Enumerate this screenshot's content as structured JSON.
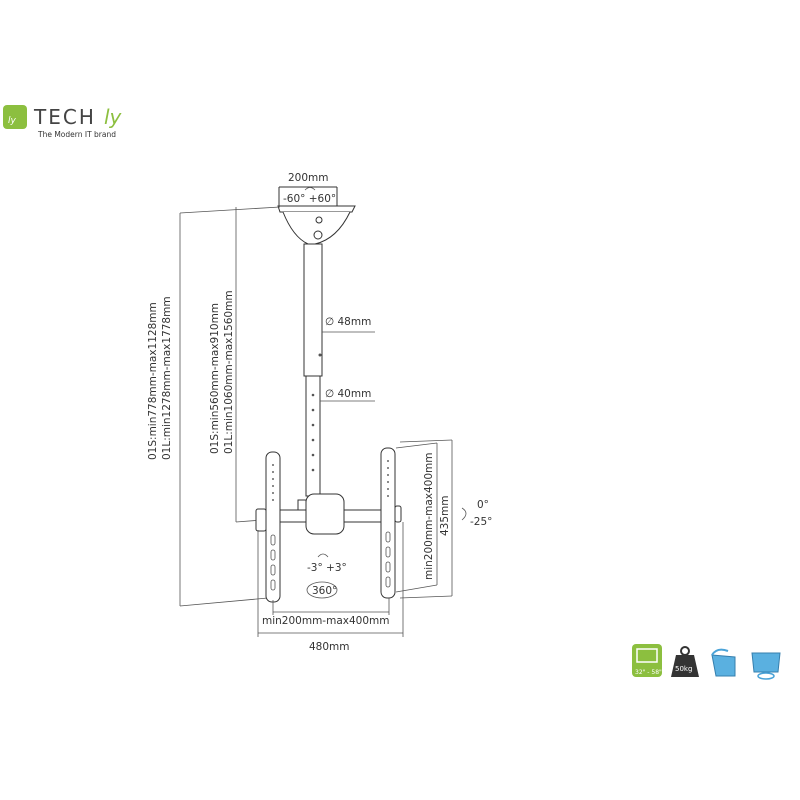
{
  "logo": {
    "name": "TECHly",
    "tagline": "The Modern IT brand",
    "color": "#8cbf3f"
  },
  "labels": {
    "plate_width": "200mm",
    "swivel": "-60° +60°",
    "pole_outer": "48mm",
    "pole_inner": "40mm",
    "total_height_01s": "01S:min778mm-max1128mm",
    "total_height_01l": "01L:min1278mm-max1778mm",
    "pole_height_01s": "01S:min560mm-max910mm",
    "pole_height_01l": "01L:min1060mm-max1560mm",
    "vesa_vertical": "min200mm-max400mm",
    "rail_height": "435mm",
    "tilt_top": "0°",
    "tilt_bottom": "-25°",
    "rotation": "-3° +3°",
    "rotate_360": "360°",
    "vesa_horizontal": "min200mm-max400mm",
    "total_width": "480mm"
  },
  "feature_icons": [
    {
      "icon": "tv-screen-size-icon",
      "text": "32\" - 58\"",
      "color": "#8cbf3f"
    },
    {
      "icon": "weight-icon",
      "text": "50kg",
      "color": "#333333"
    },
    {
      "icon": "tilt-icon",
      "color": "#4aa3d8"
    },
    {
      "icon": "swivel-icon",
      "color": "#4aa3d8"
    }
  ]
}
